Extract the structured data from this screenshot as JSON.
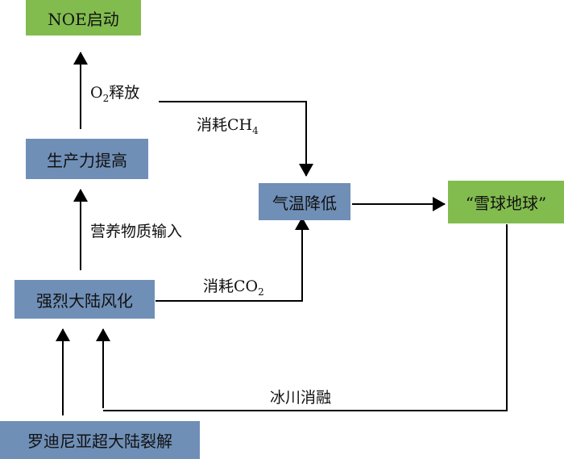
{
  "nodes": {
    "noe": "NOE启动",
    "productivity": "生产力提高",
    "cooling": "气温降低",
    "snowball": "“雪球地球”",
    "weathering": "强烈大陆风化",
    "breakup": "罗迪尼亚超大陆裂解"
  },
  "labels": {
    "o2_main": "O",
    "o2_sub": "2",
    "o2_tail": "释放",
    "ch4_head": "消耗CH",
    "ch4_sub": "4",
    "nutrients": "营养物质输入",
    "co2_head": "消耗CO",
    "co2_sub": "2",
    "glacier": "冰川消融"
  },
  "colors": {
    "blue": "#6f8fb7",
    "green": "#82bc4f"
  }
}
